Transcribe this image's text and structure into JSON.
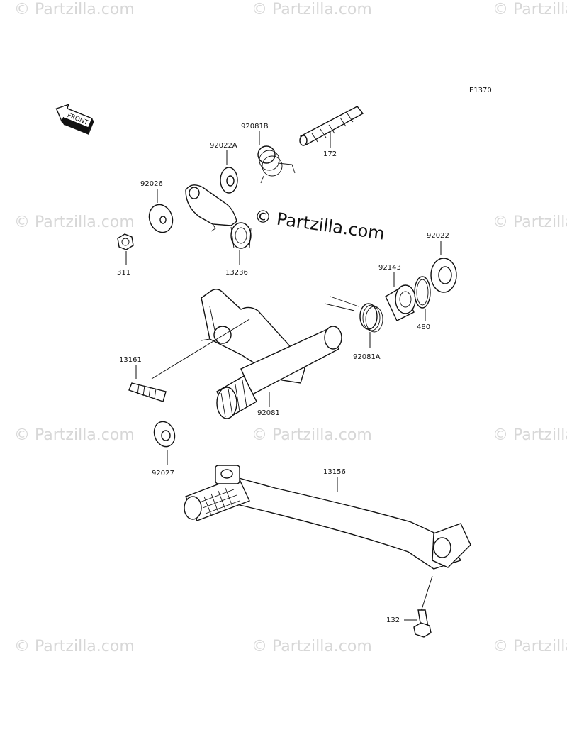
{
  "diagram_code": "E1370",
  "front_label": "FRONT",
  "watermark": "© Partzilla.com",
  "center_watermark": "© Partzilla.com",
  "parts": [
    {
      "id": "p172",
      "label": "172"
    },
    {
      "id": "p92081B",
      "label": "92081B"
    },
    {
      "id": "p92022A",
      "label": "92022A"
    },
    {
      "id": "p92026",
      "label": "92026"
    },
    {
      "id": "p311",
      "label": "311"
    },
    {
      "id": "p13236",
      "label": "13236"
    },
    {
      "id": "p92022",
      "label": "92022"
    },
    {
      "id": "p92143",
      "label": "92143"
    },
    {
      "id": "p480",
      "label": "480"
    },
    {
      "id": "p92081A",
      "label": "92081A"
    },
    {
      "id": "p92081",
      "label": "92081"
    },
    {
      "id": "p13161",
      "label": "13161"
    },
    {
      "id": "p92027",
      "label": "92027"
    },
    {
      "id": "p13156",
      "label": "13156"
    },
    {
      "id": "p132",
      "label": "132"
    }
  ]
}
